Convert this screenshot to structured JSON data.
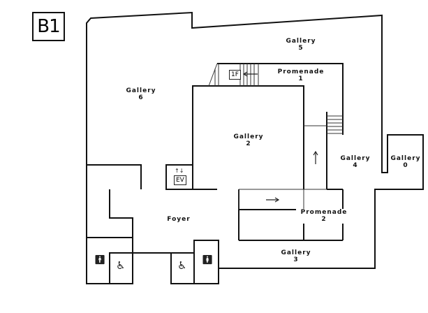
{
  "floor": {
    "label": "B1"
  },
  "rooms": [
    {
      "id": "gallery-5",
      "name": "Gallery",
      "number": "5"
    },
    {
      "id": "gallery-6",
      "name": "Gallery",
      "number": "6"
    },
    {
      "id": "promenade-1",
      "name": "Promenade",
      "number": "1"
    },
    {
      "id": "gallery-2",
      "name": "Gallery",
      "number": "2"
    },
    {
      "id": "gallery-4",
      "name": "Gallery",
      "number": "4"
    },
    {
      "id": "gallery-0",
      "name": "Gallery",
      "number": "0"
    },
    {
      "id": "promenade-2",
      "name": "Promenade",
      "number": "2"
    },
    {
      "id": "gallery-3",
      "name": "Gallery",
      "number": "3"
    }
  ],
  "foyer": "Foyer",
  "signs": {
    "stairs_to": "1F",
    "elevator": "EV",
    "elevator_arrows": "↑↓"
  },
  "icons": [
    "stairs-icon",
    "elevator-icon",
    "male-toilet-icon",
    "female-toilet-icon",
    "accessible-toilet-icon",
    "direction-arrow-icon"
  ]
}
